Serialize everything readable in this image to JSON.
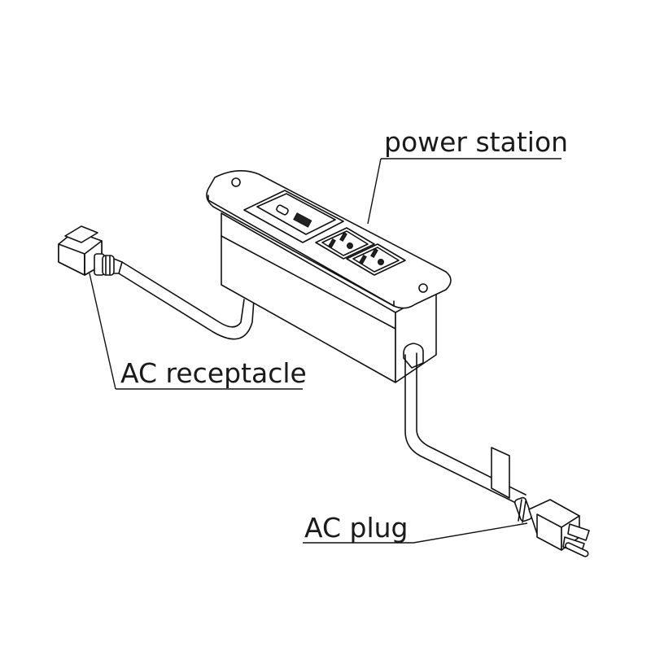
{
  "labels": {
    "power_station": "power station",
    "ac_receptacle": "AC receptacle",
    "ac_plug": "AC plug"
  },
  "colors": {
    "line": "#111111",
    "background": "#ffffff",
    "shade": "#9a9a9a"
  }
}
